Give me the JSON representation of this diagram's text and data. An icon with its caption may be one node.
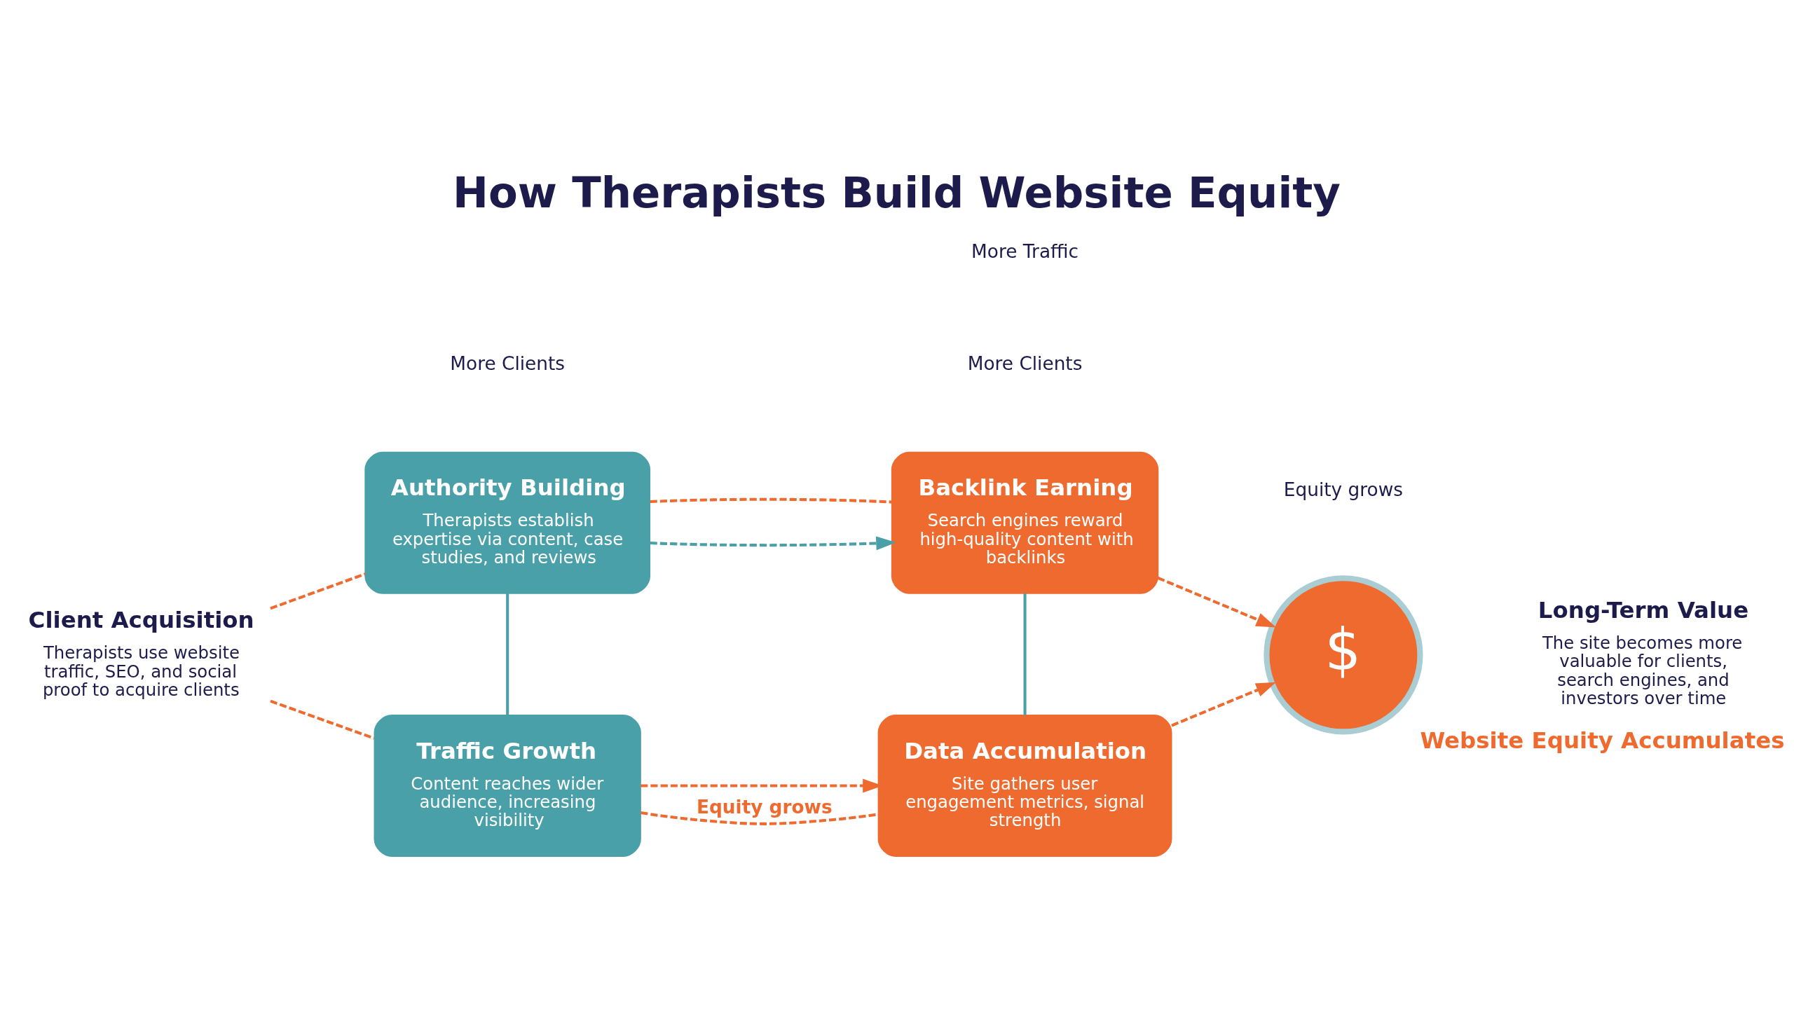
{
  "diagram": {
    "title": "How Therapists Build Website Equity",
    "nodes": [
      {
        "text": [
          "Client Acquisition",
          "Therapists use website traffic, SEO, and social proof to acquire clients"
        ]
      },
      {
        "text": [
          "Authority Building",
          "Therapists establish expertise via content, case studies, and reviews"
        ]
      },
      {
        "text": [
          "Backlink Earning",
          "Search engines reward high-quality content with backlinks"
        ]
      },
      {
        "text": [
          "Traffic Growth",
          "Content reaches wider audience, increasing visibility"
        ]
      },
      {
        "text": [
          "Data Accumulation",
          "Site gathers user engagement metrics, signal strength"
        ]
      },
      {
        "text": [
          "$"
        ],
        "beside": [
          "Website Equity Accumulates"
        ]
      },
      {
        "text": [
          "Long-Term Value",
          "The site becomes more valuable for clients, search engines, and investors over time"
        ]
      }
    ],
    "edges": [
      {
        "from": 0,
        "to": 1,
        "arrow": "none",
        "style": "dashed"
      },
      {
        "from": 0,
        "to": 3,
        "arrow": "none",
        "style": "dashed"
      },
      {
        "from": 1,
        "to": 2,
        "arrow": "to",
        "style": "dashed",
        "color": "#4a9fa8"
      },
      {
        "from": 1,
        "to": 2,
        "arrow": "none",
        "style": "dashed"
      },
      {
        "from": 1,
        "to": 3,
        "arrow": "none",
        "color": "#4a9fa8"
      },
      {
        "from": 2,
        "to": 4,
        "arrow": "none",
        "color": "#4a9fa8"
      },
      {
        "from": 3,
        "to": 4,
        "arrow": "to",
        "style": "dashed"
      },
      {
        "from": 3,
        "to": 4,
        "arrow": "none",
        "style": "dashed",
        "label": "Equity grows"
      },
      {
        "from": 2,
        "to": 5,
        "arrow": "to",
        "style": "dashed"
      },
      {
        "from": 4,
        "to": 5,
        "arrow": "to",
        "style": "dashed"
      }
    ],
    "labels": [
      "More Clients",
      "Equity grows",
      "More Clients",
      "More Traffic"
    ]
  }
}
